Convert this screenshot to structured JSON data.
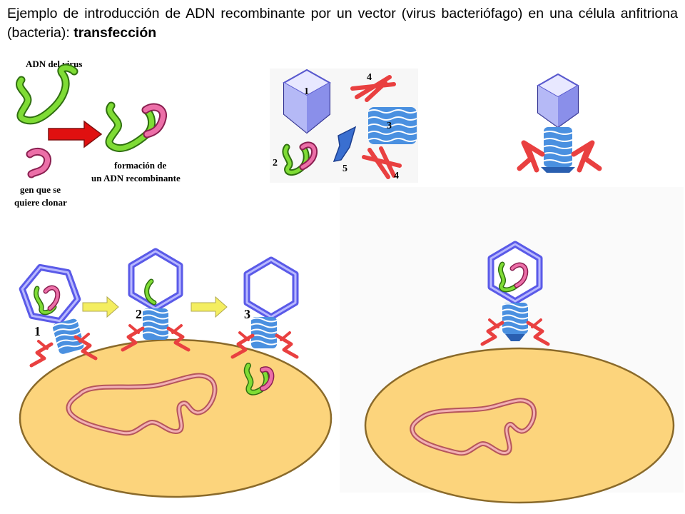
{
  "title": {
    "text": "Ejemplo de introducción de ADN recombinante por un vector (virus bacteriófago) en una célula anfitriona (bacteria):",
    "bold": "transfección"
  },
  "recombinant_panel": {
    "virus_dna_label": "ADN del virus",
    "gene_label_line1": "gen que se",
    "gene_label_line2": "quiere clonar",
    "result_label_line1": "formación de",
    "result_label_line2": "un ADN recombinante"
  },
  "parts_panel": {
    "labels": [
      "1",
      "2",
      "3",
      "4",
      "4",
      "5"
    ]
  },
  "infection_steps": {
    "labels": [
      "1",
      "2",
      "3"
    ]
  },
  "colors": {
    "virus_dna": "#6fcf2c",
    "gene": "#e85a9a",
    "capsid": "#6a6af0",
    "tail_fiber": "#e94040",
    "cell_fill": "#fcd47c",
    "chromosome": "#d9787e",
    "arrow_red": "#e01010",
    "arrow_yellow": "#f4ee60"
  }
}
